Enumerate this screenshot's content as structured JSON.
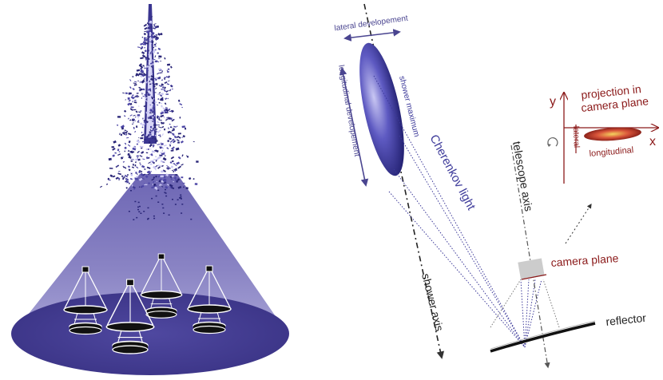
{
  "labels": {
    "lateral_development": "lateral developement",
    "longitudinal_development": "longitudinal developement",
    "shower_maximum": "shower maximum",
    "cherenkov_light": "Cherenkov light",
    "shower_axis": "shower axis",
    "telescope_axis": "telescope axis",
    "camera_plane": "camera plane",
    "reflector": "reflector",
    "projection_line1": "projection in",
    "projection_line2": "camera plane",
    "axis_y": "y",
    "axis_x": "x",
    "lateral": "lateral",
    "longitudinal": "longitudinal"
  },
  "colors": {
    "cone": "#6a63b0",
    "ground": "#3e3788",
    "shower": "#2e2a80",
    "ellipsoid": "#3d3a9a",
    "arrows": "#4a4590",
    "projection": "#8b1a1a",
    "ellipse_image": "#c0392b",
    "text_dark": "#222222"
  },
  "icons": {
    "telescope": "telescope-icon",
    "rotation": "rotation-arrow-icon"
  }
}
